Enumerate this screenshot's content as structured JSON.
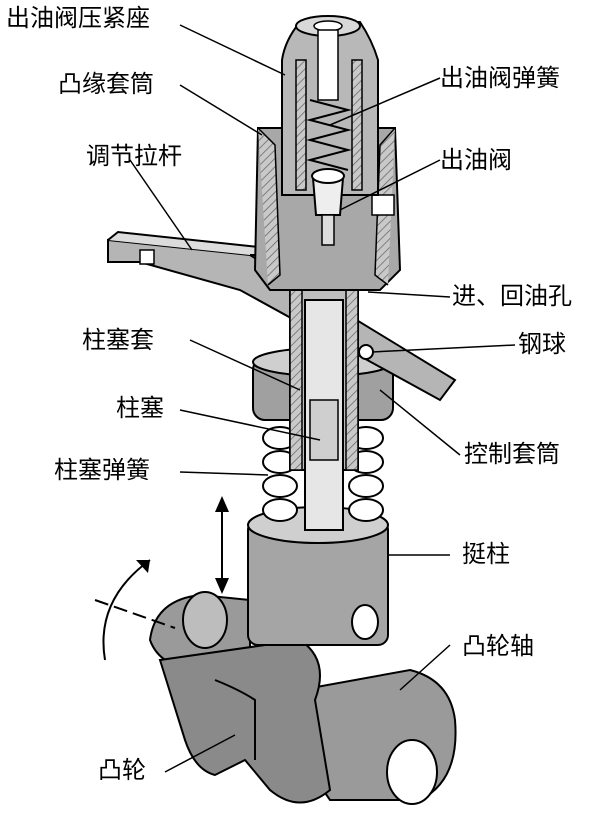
{
  "labels": {
    "valve_seat": "出油阀压紧座",
    "flange_sleeve": "凸缘套筒",
    "control_rod": "调节拉杆",
    "barrel": "柱塞套",
    "plunger": "柱塞",
    "plunger_spring": "柱塞弹簧",
    "cam": "凸轮",
    "valve_spring": "出油阀弹簧",
    "delivery_valve": "出油阀",
    "oil_port": "进、回油孔",
    "steel_ball": "钢球",
    "control_sleeve": "控制套筒",
    "tappet": "挺柱",
    "camshaft": "凸轮轴"
  }
}
